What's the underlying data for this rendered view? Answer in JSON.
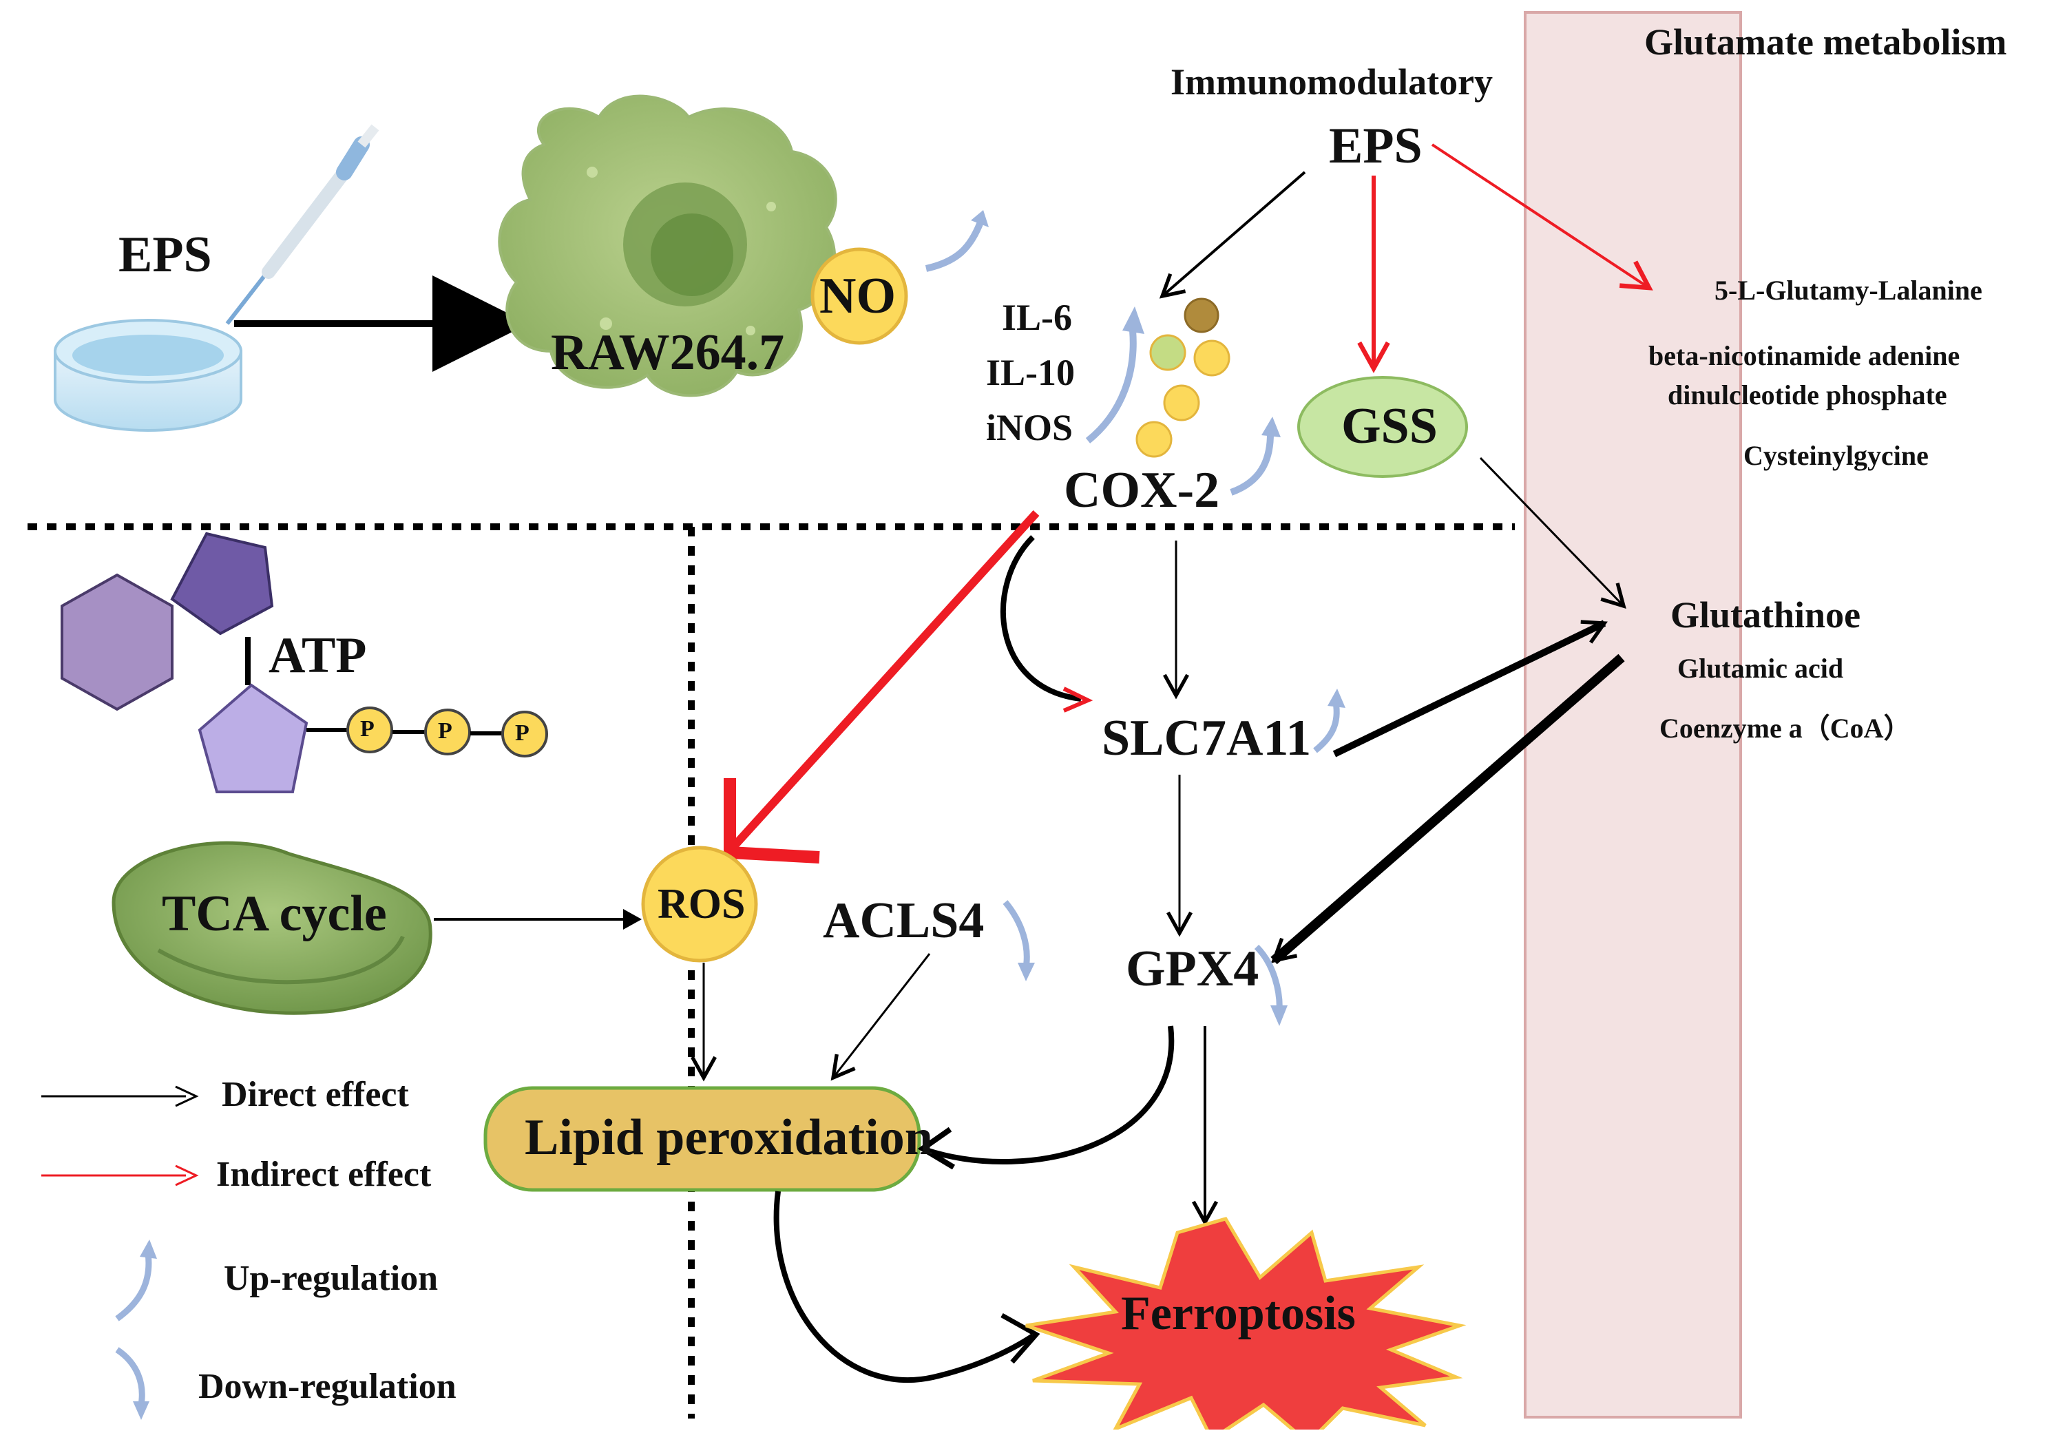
{
  "labels": {
    "eps_left": "EPS",
    "raw": "RAW264.7",
    "no": "NO",
    "immuno": "Immunomodulatory",
    "eps_top": "EPS",
    "il6": "IL-6",
    "il10": "IL-10",
    "inos": "iNOS",
    "cox2": "COX-2",
    "gss": "GSS",
    "glut_title": "Glutamate metabolism",
    "met1": "5-L-Glutamy-Lalanine",
    "met2a": "beta-nicotinamide adenine",
    "met2b": "dinulcleotide phosphate",
    "met3": "Cysteinylgycine",
    "glutathione": "Glutathinoe",
    "glutamic": "Glutamic acid",
    "coa": "Coenzyme a（CoA）",
    "atp": "ATP",
    "phosphate": "P",
    "tca": "TCA cycle",
    "ros": "ROS",
    "acls4": "ACLS4",
    "slc": "SLC7A11",
    "gpx4": "GPX4",
    "lipid": "Lipid peroxidation",
    "ferro": "Ferroptosis"
  },
  "legend": {
    "direct": "Direct effect",
    "indirect": "Indirect effect",
    "up": "Up-regulation",
    "down": "Down-regulation"
  },
  "colors": {
    "red": "#ee1c24",
    "black": "#000000",
    "regulation_blue": "#9db4dc",
    "cell_green": "#a8c47c",
    "gss_fill": "#c7e6a3",
    "lipid_fill": "#e7c366",
    "ros_yellow": "#fcd95b",
    "band_pink": "#f3e2e2",
    "ferroptosis_red": "#ef3e3e",
    "hexagon_purple": "#a690c4",
    "pentagon_dark": "#6f5aa6",
    "pentagon_light": "#bcaee6"
  }
}
